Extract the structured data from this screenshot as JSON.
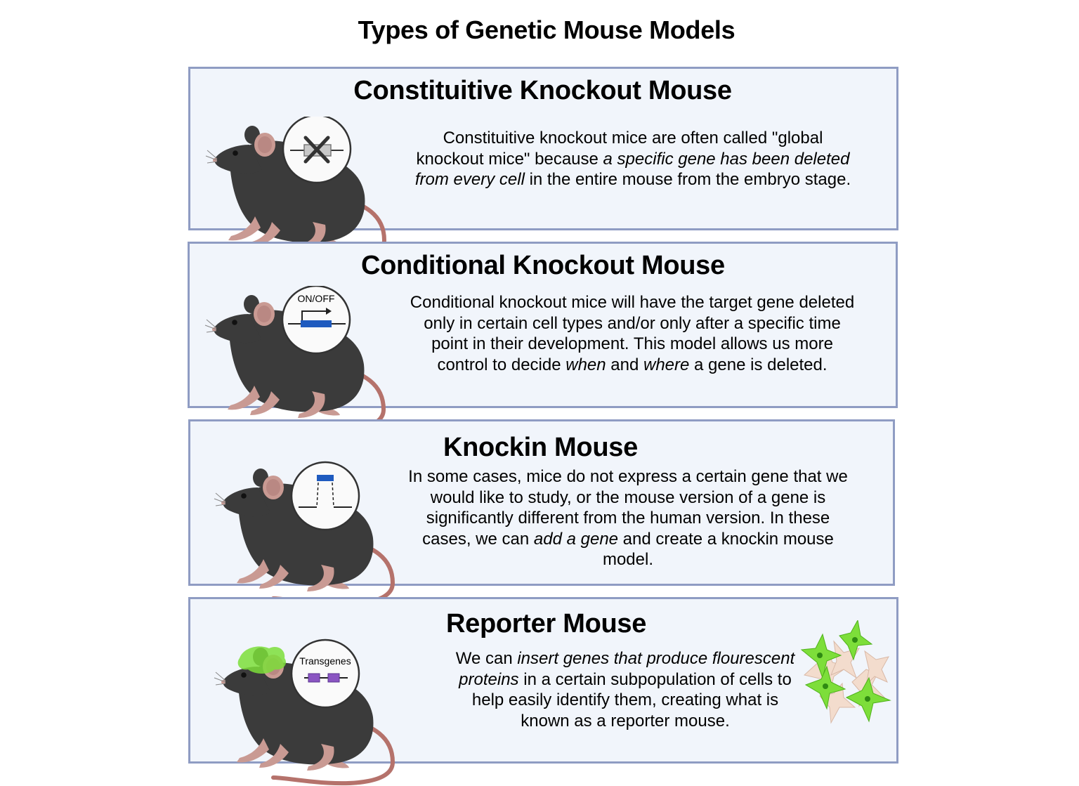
{
  "title": "Types of Genetic Mouse Models",
  "colors": {
    "panel_bg": "#f1f5fb",
    "panel_border": "#8f9cc3",
    "mouse_body": "#3b3b3b",
    "mouse_pink": "#c99a93",
    "tail": "#b5726b",
    "gene_blue": "#1f5bbf",
    "transgene_purple": "#8a55c2",
    "fluorescent_green": "#7dde3a",
    "cell_beige": "#f3dccd"
  },
  "panels": [
    {
      "title": "Constituitive Knockout Mouse",
      "icon": "gene-deleted-icon",
      "lines": [
        [
          {
            "t": "Constituitive knockout mice are often called \"global"
          }
        ],
        [
          {
            "t": "knockout mice\" because "
          },
          {
            "t": "a specific gene has been deleted",
            "i": true
          }
        ],
        [
          {
            "t": "from every cell",
            "i": true
          },
          {
            "t": " in the entire mouse from the embryo stage."
          }
        ]
      ]
    },
    {
      "title": "Conditional Knockout Mouse",
      "icon": "gene-switch-icon",
      "icon_label": "ON/OFF",
      "lines": [
        [
          {
            "t": "Conditional knockout mice will have the target gene deleted"
          }
        ],
        [
          {
            "t": "only in certain cell types and/or only after a specific time"
          }
        ],
        [
          {
            "t": "point in their development. This model allows us more"
          }
        ],
        [
          {
            "t": "control to decide "
          },
          {
            "t": "when",
            "i": true
          },
          {
            "t": " and "
          },
          {
            "t": "where",
            "i": true
          },
          {
            "t": " a gene is deleted."
          }
        ]
      ]
    },
    {
      "title": "Knockin Mouse",
      "icon": "gene-insertion-icon",
      "lines": [
        [
          {
            "t": "In some cases, mice do not express a certain gene that we"
          }
        ],
        [
          {
            "t": "would like to study, or the mouse version of a gene is"
          }
        ],
        [
          {
            "t": "significantly different from the human version. In these"
          }
        ],
        [
          {
            "t": "cases, we can "
          },
          {
            "t": "add a gene",
            "i": true
          },
          {
            "t": " and create a knockin mouse"
          }
        ],
        [
          {
            "t": "model."
          }
        ]
      ]
    },
    {
      "title": "Reporter Mouse",
      "icon": "transgenes-icon",
      "icon_label": "Transgenes",
      "lines": [
        [
          {
            "t": "We can "
          },
          {
            "t": "insert genes that produce flourescent",
            "i": true
          }
        ],
        [
          {
            "t": "proteins",
            "i": true
          },
          {
            "t": " in a certain subpopulation of cells to"
          }
        ],
        [
          {
            "t": "help easily identify them, creating what is"
          }
        ],
        [
          {
            "t": "known as a reporter mouse."
          }
        ]
      ]
    }
  ]
}
